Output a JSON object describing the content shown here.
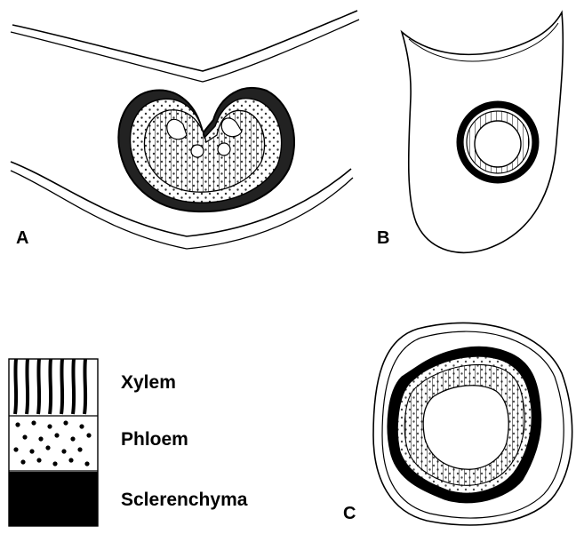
{
  "panels": {
    "a": {
      "label": "A"
    },
    "b": {
      "label": "B"
    },
    "c": {
      "label": "C"
    }
  },
  "legend": {
    "items": [
      {
        "key": "xylem",
        "label": "Xylem"
      },
      {
        "key": "phloem",
        "label": "Phloem"
      },
      {
        "key": "sclerenchyma",
        "label": "Sclerenchyma"
      }
    ]
  },
  "colors": {
    "ink": "#000000",
    "paper": "#ffffff"
  }
}
